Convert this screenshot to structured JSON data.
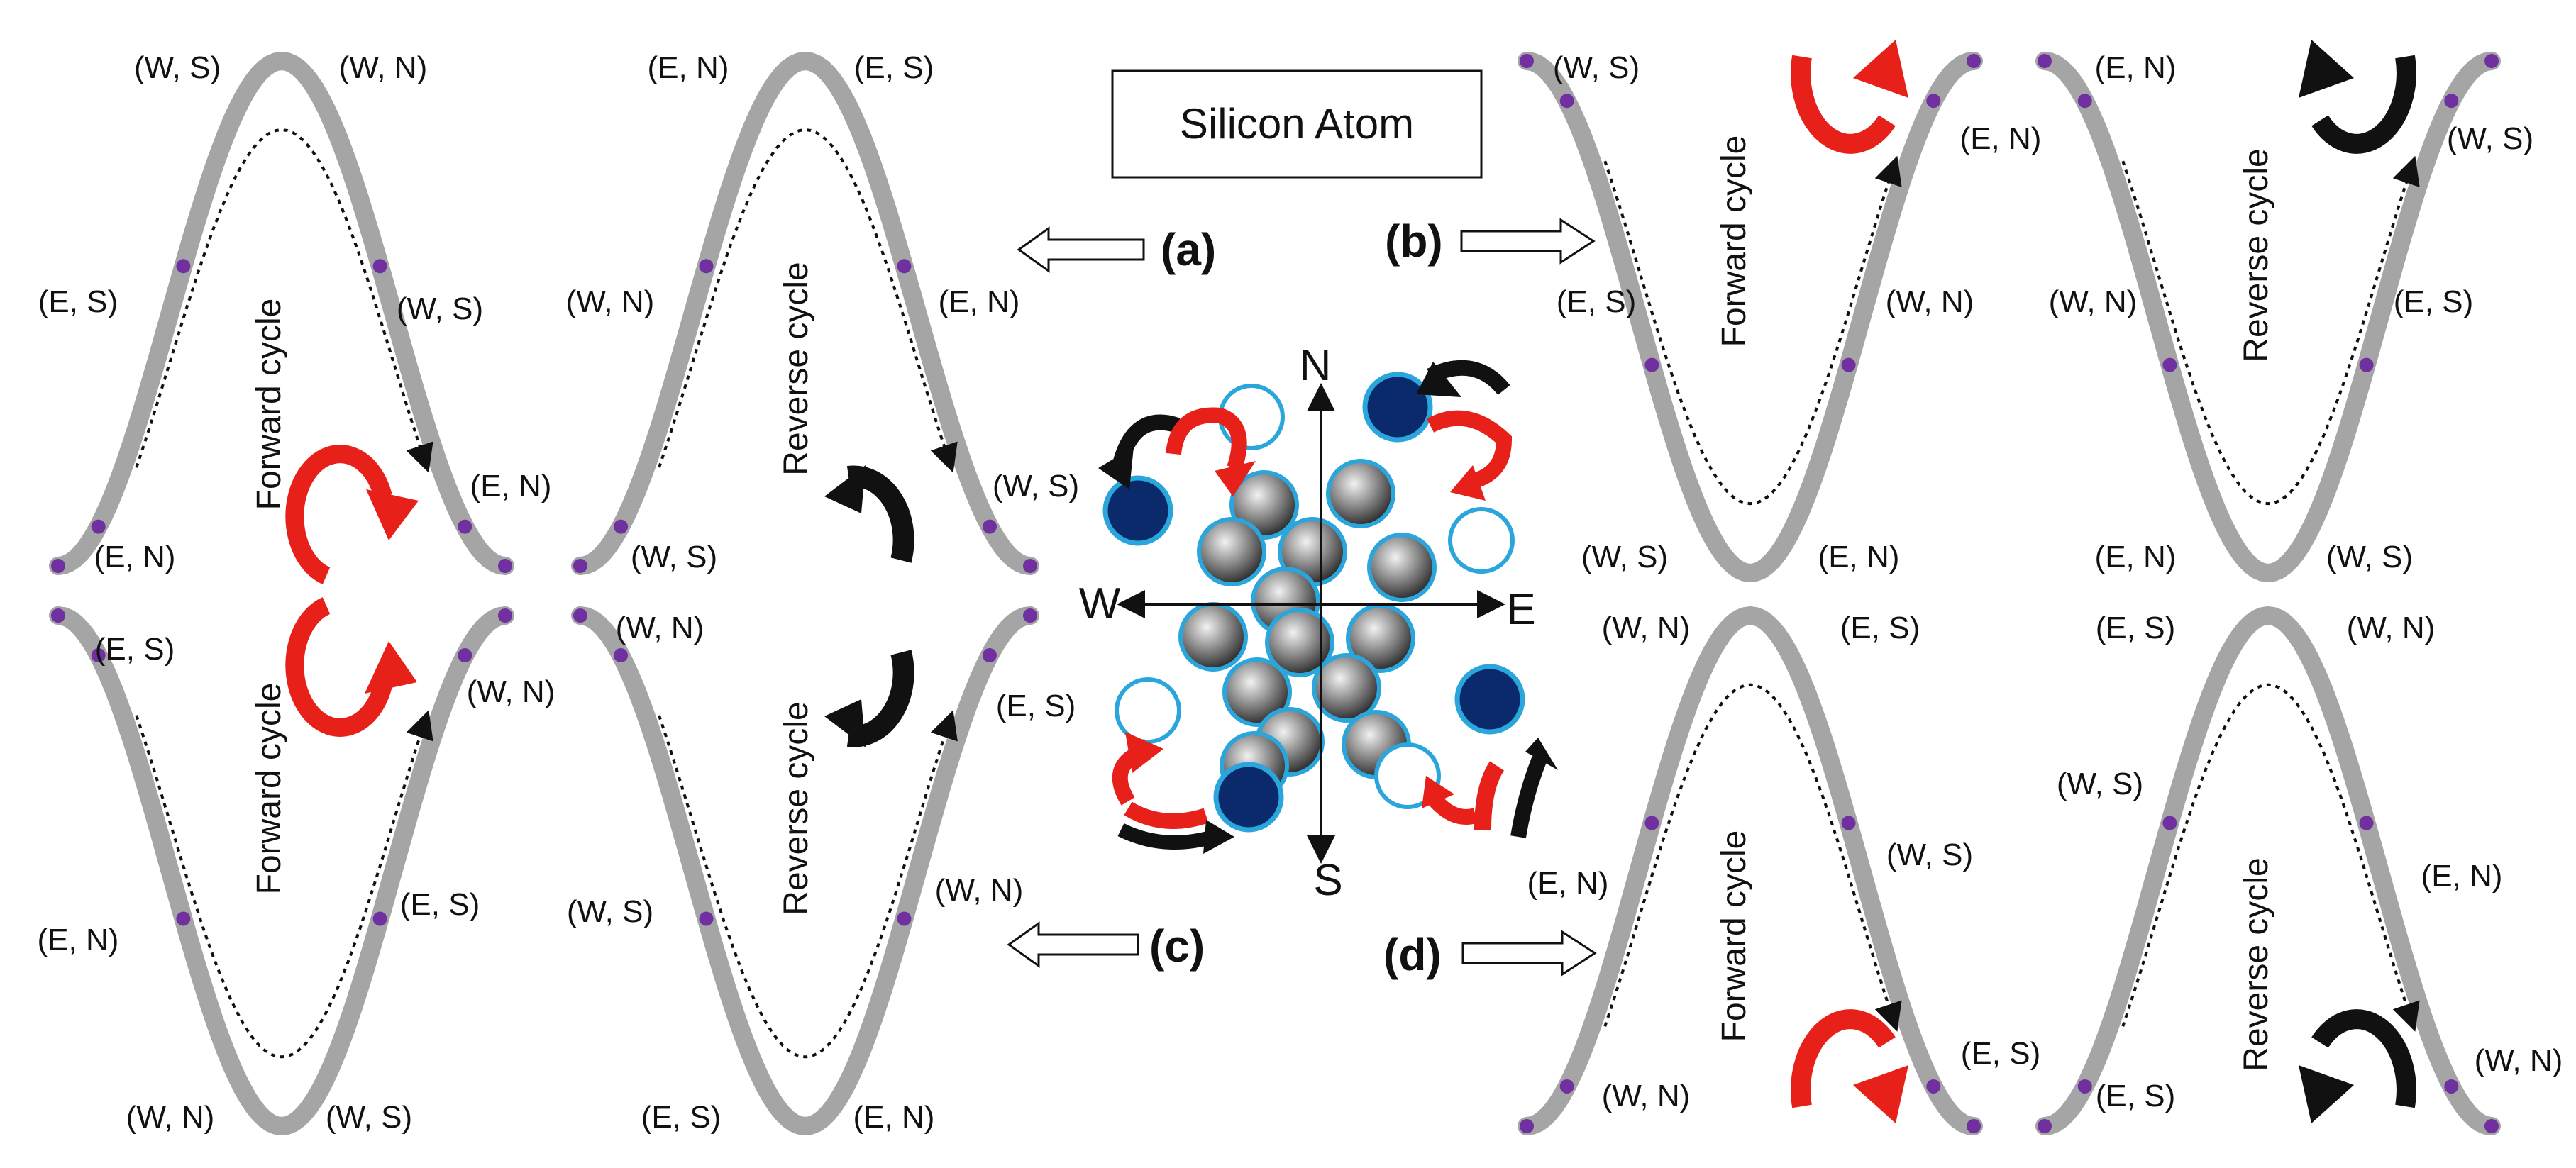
{
  "title": "Silicon Atom",
  "panels": {
    "a": "(a)",
    "b": "(b)",
    "c": "(c)",
    "d": "(d)"
  },
  "cycles": {
    "forward": "Forward cycle",
    "reverse": "Reverse cycle"
  },
  "compass": {
    "n": "N",
    "s": "S",
    "e": "E",
    "w": "W"
  },
  "labels": {
    "a1": [
      "(E, N)",
      "(W, S)",
      "(W, N)",
      "(E, S)",
      "(W, S)",
      "(E, N)"
    ],
    "a2": [
      "(W, S)",
      "(E, N)",
      "(E, S)",
      "(W, N)",
      "(E, N)",
      "(W, S)"
    ],
    "c1": [
      "(E, S)",
      "(W, N)",
      "(W, S)",
      "(E, N)",
      "(E, S)",
      "(W, N)"
    ],
    "c2": [
      "(W, N)",
      "(E, S)",
      "(E, N)",
      "(W, S)",
      "(W, N)",
      "(E, S)"
    ],
    "b1": [
      "(W, S)",
      "(E, N)",
      "(E, S)",
      "(W, N)",
      "(W, S)",
      "(E, N)"
    ],
    "b2": [
      "(E, N)",
      "(W, S)",
      "(W, N)",
      "(E, S)",
      "(E, N)",
      "(W, S)"
    ],
    "d1": [
      "(W, N)",
      "(E, S)",
      "(E, N)",
      "(W, S)",
      "(W, N)",
      "(E, S)"
    ],
    "d2": [
      "(E, S)",
      "(W, N)",
      "(W, S)",
      "(E, N)",
      "(E, S)",
      "(W, N)"
    ]
  },
  "colors": {
    "track": "#a5a5a5",
    "node": "#7030a0",
    "forward_arrow": "#e8201a",
    "reverse_arrow": "#111111",
    "atom_dark": "#0b2a6b",
    "atom_ring": "#2aa6dc",
    "atom_core": "#8c8c8c"
  }
}
